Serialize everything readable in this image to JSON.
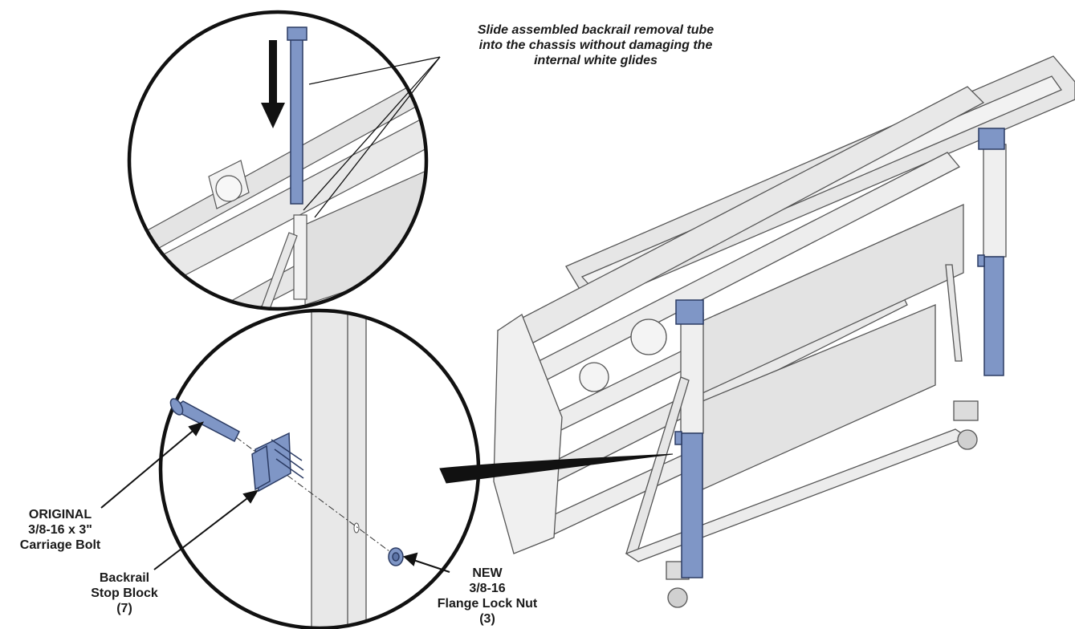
{
  "instruction": {
    "line1": "Slide assembled backrail removal tube",
    "line2": "into the chassis without damaging the",
    "line3": "internal white glides"
  },
  "callouts": {
    "carriage_bolt": {
      "line1": "ORIGINAL",
      "line2": "3/8-16 x 3\"",
      "line3": "Carriage Bolt"
    },
    "stop_block": {
      "line1": "Backrail",
      "line2": "Stop Block",
      "line3": "(7)"
    },
    "lock_nut": {
      "line1": "NEW",
      "line2": "3/8-16",
      "line3": "Flange Lock Nut",
      "line4": "(3)"
    }
  },
  "colors": {
    "tube_blue": "#7f96c6",
    "tube_outline": "#2b3b63",
    "frame_gray": "#d9d9d9",
    "line": "#1a1a1a"
  },
  "icons": [
    "insert-direction-arrow-icon"
  ]
}
